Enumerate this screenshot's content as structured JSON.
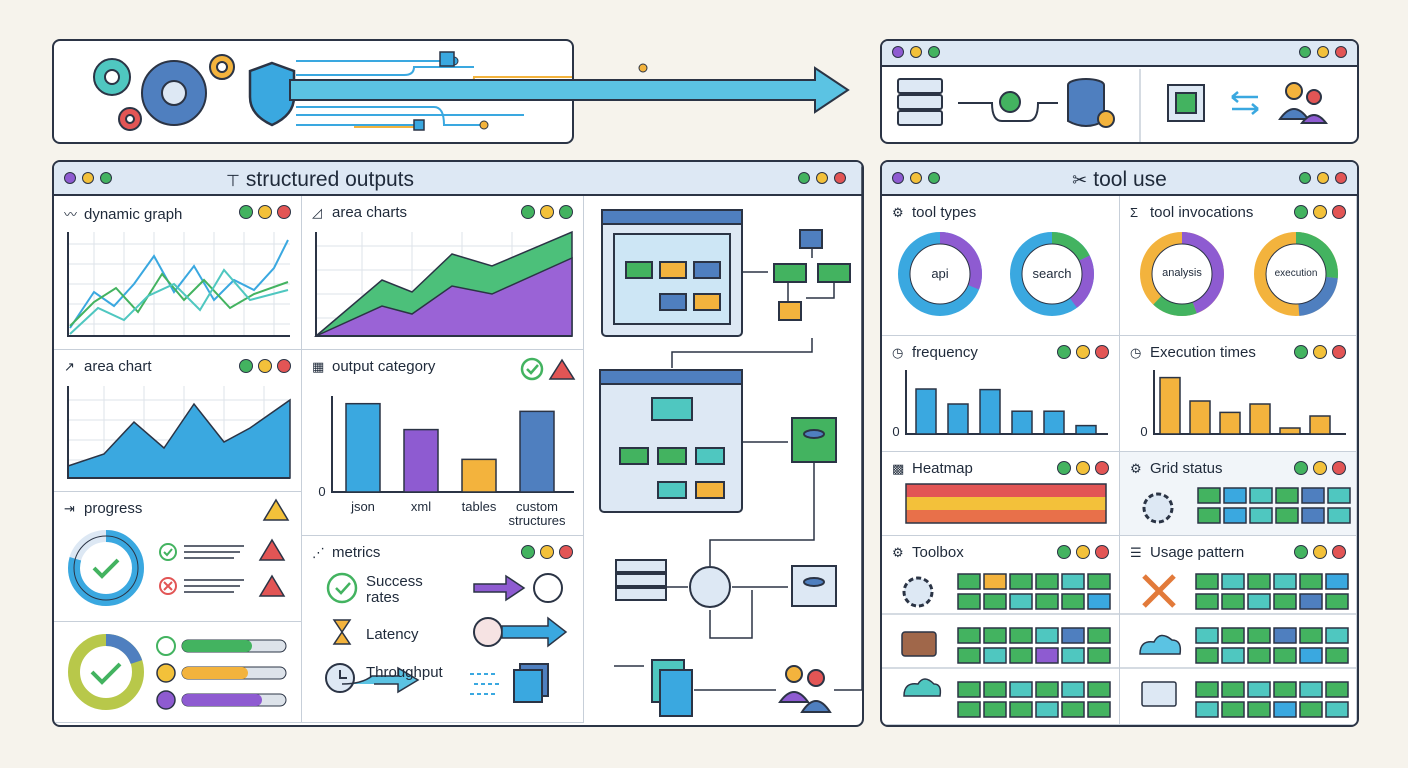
{
  "structured_window": {
    "title": "structured outputs",
    "panels": {
      "dynamic_graph": "dynamic graph",
      "area_charts": "area charts",
      "area_chart": "area chart",
      "output_category": "output category",
      "progress": "progress",
      "metrics": "metrics"
    },
    "output_category_chart": {
      "type": "bar",
      "categories": [
        "json",
        "xml",
        "tables",
        "custom structures"
      ],
      "values": [
        92,
        65,
        34,
        84
      ],
      "ylim": [
        0,
        100
      ],
      "zero_label": "0",
      "colors": [
        "#3aa8e0",
        "#8e5bd1",
        "#f3b33d",
        "#4f7fbf"
      ]
    },
    "metrics_items": [
      "Success rates",
      "Latency",
      "Throughput"
    ]
  },
  "tool_window": {
    "title": "tool use",
    "panels": {
      "tool_types": "tool types",
      "tool_invocations": "tool invocations",
      "frequency": "frequency",
      "execution_times": "Execution times",
      "heatmap": "Heatmap",
      "grid_status": "Grid status",
      "toolbox": "Toolbox",
      "usage_pattern": "Usage pattern"
    },
    "donut_labels": [
      "api",
      "search",
      "analysis",
      "execution"
    ],
    "frequency_chart": {
      "type": "bar",
      "values": [
        75,
        50,
        74,
        38,
        38,
        14
      ],
      "ylim": [
        0,
        100
      ],
      "zero_label": "0",
      "color": "#3aa8e0"
    },
    "execution_chart": {
      "type": "bar",
      "values": [
        94,
        55,
        36,
        50,
        10,
        30
      ],
      "ylim": [
        0,
        100
      ],
      "zero_label": "0",
      "color": "#f3b33d"
    }
  },
  "colors": {
    "blue": "#3aa8e0",
    "green": "#43b360",
    "purple": "#8e5bd1",
    "orange": "#f3b33d",
    "teal": "#4fc7c0",
    "red": "#e25555",
    "outline": "#2b3445"
  }
}
